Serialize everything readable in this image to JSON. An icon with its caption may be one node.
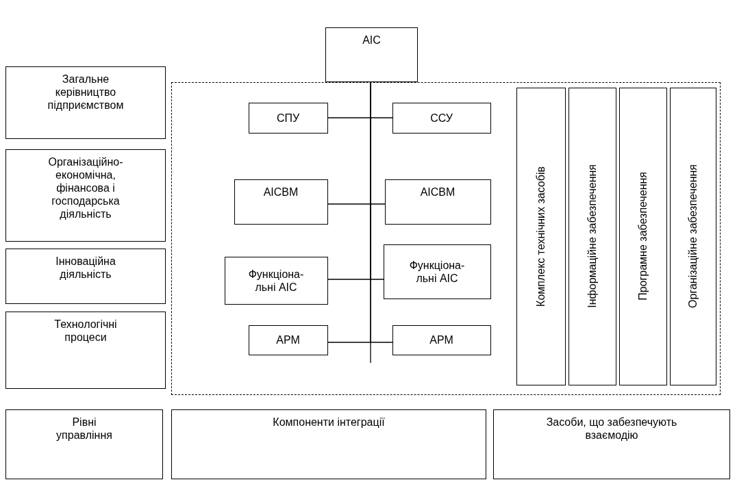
{
  "diagram": {
    "nodes": [
      {
        "text": [
          "АІС"
        ]
      },
      {
        "text": [
          "Загальне керівництво підприємством"
        ]
      },
      {
        "text": [
          "Організаційно-економічна, фінансова і господарська діяльність"
        ]
      },
      {
        "text": [
          "Інноваційна діяльність"
        ]
      },
      {
        "text": [
          "Технологічні процеси"
        ]
      },
      {
        "text": [],
        "shape": "box"
      },
      {
        "text": [
          "СПУ"
        ],
        "in": 5
      },
      {
        "text": [
          "ССУ"
        ],
        "in": 5
      },
      {
        "text": [
          "АІСВМ"
        ],
        "in": 5
      },
      {
        "text": [
          "АІСВМ"
        ],
        "in": 5
      },
      {
        "text": [
          "Функціона-льні АІС"
        ],
        "in": 5
      },
      {
        "text": [
          "Функціона-льні АІС"
        ],
        "in": 5
      },
      {
        "text": [
          "АРМ"
        ],
        "in": 5
      },
      {
        "text": [
          "АРМ"
        ],
        "in": 5
      },
      {
        "text": [
          "Комплекс технічних засобів"
        ],
        "in": 5
      },
      {
        "text": [
          "Інформаційне забезпечення"
        ],
        "in": 5
      },
      {
        "text": [
          "Програмне забезпечення"
        ],
        "in": 5
      },
      {
        "text": [
          "Організаційне забезпечення"
        ],
        "in": 5
      },
      {
        "text": [
          "Рівні управління"
        ]
      },
      {
        "text": [
          "Компоненти інтеграції"
        ]
      },
      {
        "text": [
          "Засоби, що забезпечують взаємодію"
        ]
      }
    ],
    "edges": [
      {
        "from": 0,
        "to": 6,
        "arrow": "none"
      },
      {
        "from": 0,
        "to": 7,
        "arrow": "none"
      },
      {
        "from": 0,
        "to": 8,
        "arrow": "none"
      },
      {
        "from": 0,
        "to": 9,
        "arrow": "none"
      },
      {
        "from": 0,
        "to": 10,
        "arrow": "none"
      },
      {
        "from": 0,
        "to": 11,
        "arrow": "none"
      },
      {
        "from": 0,
        "to": 12,
        "arrow": "none"
      },
      {
        "from": 0,
        "to": 13,
        "arrow": "none"
      }
    ]
  }
}
